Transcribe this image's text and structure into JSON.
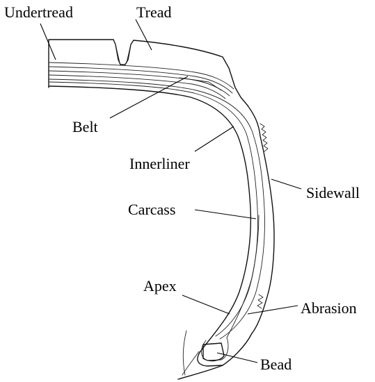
{
  "labels": {
    "undertread": "Undertread",
    "tread": "Tread",
    "belt": "Belt",
    "innerliner": "Innerliner",
    "sidewall": "Sidewall",
    "carcass": "Carcass",
    "apex": "Apex",
    "abrasion": "Abrasion",
    "bead": "Bead"
  },
  "colors": {
    "line": "#111111",
    "background": "#ffffff"
  }
}
